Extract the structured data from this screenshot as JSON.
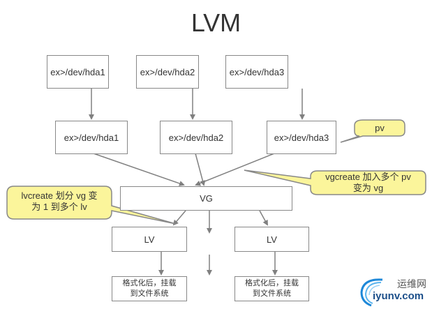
{
  "title": "LVM",
  "partitions_top": [
    {
      "label": "ex>/dev/hda1"
    },
    {
      "label": "ex>/dev/hda2"
    },
    {
      "label": "ex>/dev/hda3"
    }
  ],
  "physical_volumes": [
    {
      "label": "ex>/dev/hda1"
    },
    {
      "label": "ex>/dev/hda2"
    },
    {
      "label": "ex>/dev/hda3"
    }
  ],
  "volume_group": {
    "label": "VG"
  },
  "logical_volumes": [
    {
      "label": "LV"
    },
    {
      "label": "LV"
    }
  ],
  "format_boxes": [
    {
      "line1": "格式化后，挂载",
      "line2": "到文件系统"
    },
    {
      "line1": "格式化后，挂载",
      "line2": "到文件系统"
    }
  ],
  "callouts": {
    "pv": {
      "text": "pv"
    },
    "vgcreate": {
      "line1": "vgcreate 加入多个 pv",
      "line2": "变为 vg"
    },
    "lvcreate": {
      "line1": "lvcreate 划分 vg 变",
      "line2": "为 1 到多个 lv"
    }
  },
  "colors": {
    "callout_fill": "#fbf59b",
    "callout_border": "#888888",
    "line": "#808080",
    "logo_blue": "#1c4f8a"
  },
  "logo": {
    "cn_text": "运维网",
    "en_text": "iyunv.com"
  }
}
